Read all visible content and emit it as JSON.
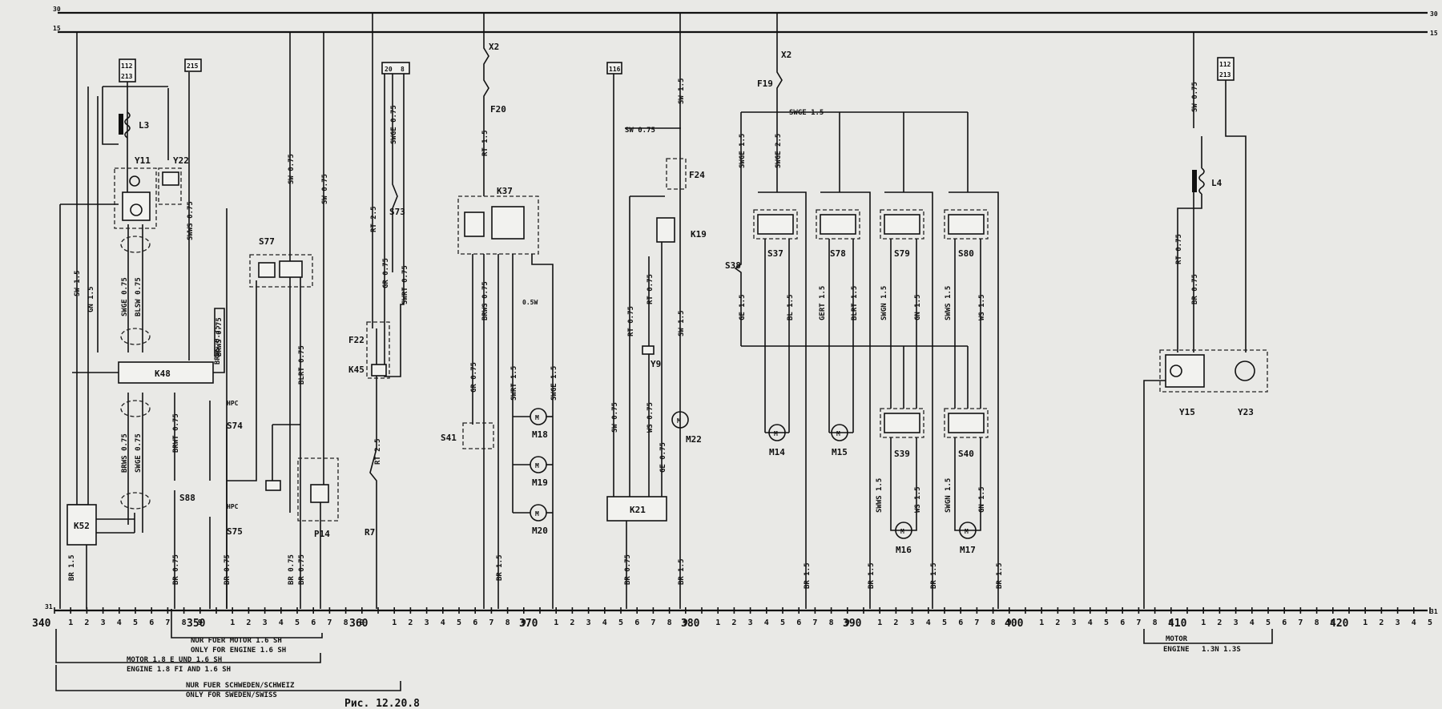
{
  "rails": {
    "r30": "30",
    "r15": "15",
    "r31": "31"
  },
  "components": {
    "L3": "L3",
    "Y11": "Y11",
    "Y22": "Y22",
    "K48": "K48",
    "K52": "K52",
    "S77": "S77",
    "S74": "S74",
    "S75": "S75",
    "S88": "S88",
    "P14": "P14",
    "F22": "F22",
    "K45": "K45",
    "R7": "R7",
    "S73": "S73",
    "F20": "F20",
    "K37": "K37",
    "S41": "S41",
    "M18": "M18",
    "M19": "M19",
    "M20": "M20",
    "F24": "F24",
    "K19": "K19",
    "Y9": "Y9",
    "K21": "K21",
    "M22": "M22",
    "F19": "F19",
    "S38": "S38",
    "S37": "S37",
    "S78": "S78",
    "S79": "S79",
    "S80": "S80",
    "M14": "M14",
    "M15": "M15",
    "S39": "S39",
    "S40": "S40",
    "M16": "M16",
    "M17": "M17",
    "L4": "L4",
    "Y15": "Y15",
    "Y23": "Y23",
    "X2a": "X2",
    "X2b": "X2"
  },
  "refs": {
    "r1a": "112",
    "r1b": "213",
    "r2": "215",
    "r3a": "20",
    "r3b": "8",
    "r4": "116",
    "r5a": "112",
    "r5b": "213"
  },
  "wires": {
    "w1": "SW 1.5",
    "w2": "GN 1.5",
    "w3": "SWGE 0.75",
    "w4": "BLSW 0.75",
    "w5": "SWWS 0.75",
    "w6": "BRWS 0.75",
    "w7": "SWGE 0.75",
    "w8": "BRWT 0.75",
    "w9": "BRWS 0.75",
    "w10": "BRWS 0.75",
    "w11": "SW 0.75",
    "w12": "BLRT 0.75",
    "w13": "SW 0.75",
    "w14": "RT 2.5",
    "w15": "SWGE 0.75",
    "w16": "GR 0.75",
    "w17": "SWRT 0.75",
    "w18": "RT 2.5",
    "w19": "RT 1.5",
    "w20": "BRWS 0.75",
    "w21": "GR 0.75",
    "w22": "SWRT 1.5",
    "w23": "SWGE 1.5",
    "w24": "SW 0.75",
    "w25": "SW 1.5",
    "w26": "RT 0.75",
    "w27": "RT 0.75",
    "w28": "WS 0.75",
    "w29": "GE 0.75",
    "w30": "SW 1.5",
    "w31": "SW 0.75",
    "w32": "SWGE 1.5",
    "w33": "SWGE 1.5",
    "w34": "SWGE 2.5",
    "w35": "GE 1.5",
    "w36": "BL 1.5",
    "w37": "GERT 1.5",
    "w38": "BLRT 1.5",
    "w39": "SWGN 1.5",
    "w40": "GN 1.5",
    "w41": "SWWS 1.5",
    "w42": "WS 1.5",
    "w43": "SWWS 1.5",
    "w44": "WS 1.5",
    "w45": "SWGN 1.5",
    "w46": "GN 1.5",
    "w47": "SW 0.75",
    "w48": "RT 0.75",
    "w49": "BR 0.75",
    "g1": "BR 1.5",
    "g2": "BR 0.75",
    "g3": "BR 0.75",
    "g4": "BR 0.75",
    "g5": "BR 0.75",
    "g6": "BR 1.5",
    "g7": "BR 0.75",
    "g8": "BR 1.5",
    "g9": "BR 1.5",
    "g10": "BR 1.5",
    "g11": "BR 1.5",
    "g12": "BR 1.5"
  },
  "relay_note": "0.5W",
  "hpc_a": "HPC",
  "hpc_b": "HPC",
  "notes": {
    "n1a": "NUR FUER MOTOR 1.6 SH",
    "n1b": "ONLY FOR ENGINE 1.6 SH",
    "n2a": "MOTOR 1.8 E UND 1.6 SH",
    "n2b": "ENGINE 1.8 FI AND 1.6 SH",
    "n3a": "NUR FUER SCHWEDEN/SCHWEIZ",
    "n3b": "ONLY FOR SWEDEN/SWISS",
    "n4a": "MOTOR",
    "n4b": "ENGINE",
    "n4c": "1.3N 1.3S"
  },
  "scale": {
    "t340": "340",
    "t350": "350",
    "t360": "360",
    "t370": "370",
    "t380": "380",
    "t390": "390",
    "t400": "400",
    "t410": "410",
    "t420": "420"
  },
  "caption": "Рис. 12.20.8"
}
